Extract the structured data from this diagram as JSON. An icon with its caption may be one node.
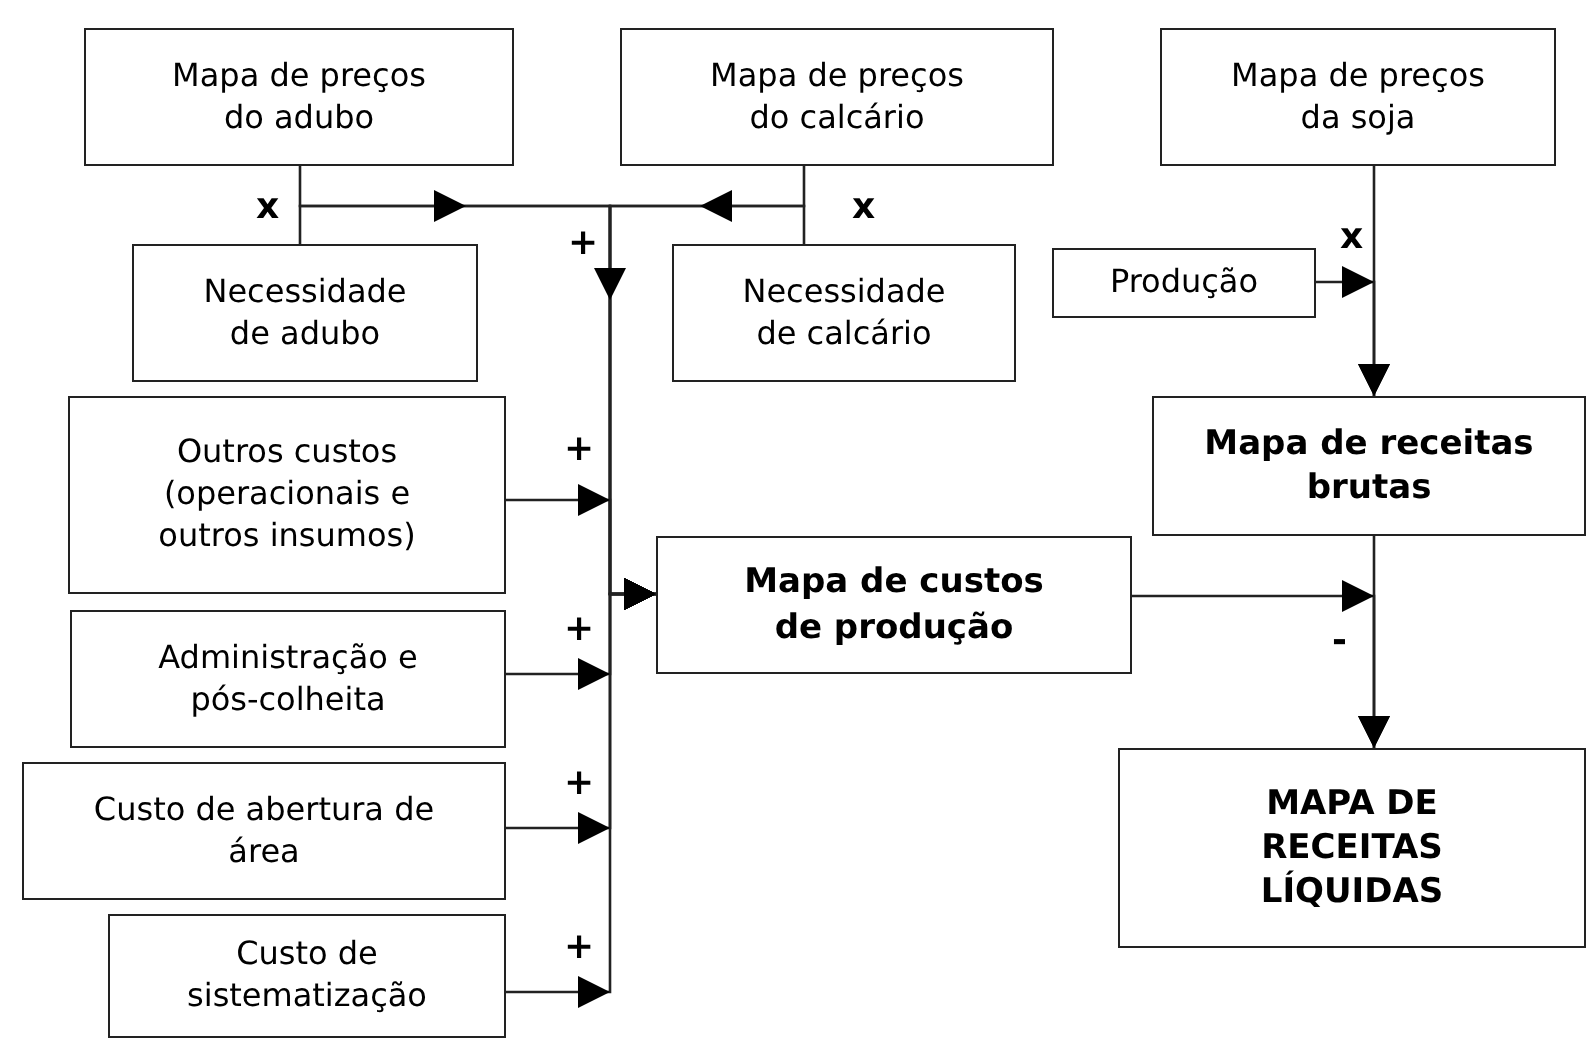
{
  "diagram": {
    "nodes": [
      {
        "text": [
          "Mapa de preços do adubo"
        ]
      },
      {
        "text": [
          "Mapa de preços do calcário"
        ]
      },
      {
        "text": [
          "Mapa de preços da soja"
        ]
      },
      {
        "text": [
          "Necessidade de adubo"
        ]
      },
      {
        "text": [
          "Necessidade de calcário"
        ]
      },
      {
        "text": [
          "Produção"
        ]
      },
      {
        "text": [
          "Outros custos (operacionais e outros insumos)"
        ]
      },
      {
        "text": [
          "Mapa de receitas brutas"
        ]
      },
      {
        "text": [
          "Mapa de custos de produção"
        ]
      },
      {
        "text": [
          "Administração e pós-colheita"
        ]
      },
      {
        "text": [
          "MAPA DE RECEITAS LÍQUIDAS"
        ]
      },
      {
        "text": [
          "Custo de abertura de área"
        ]
      },
      {
        "text": [
          "Custo de sistematização"
        ]
      }
    ],
    "edges": [
      {
        "from": 0,
        "to": 8,
        "arrow": "to"
      },
      {
        "from": 3,
        "to": 8,
        "arrow": "to"
      },
      {
        "from": 1,
        "to": 8,
        "arrow": "to"
      },
      {
        "from": 4,
        "to": 8,
        "arrow": "to"
      },
      {
        "from": 6,
        "to": 8,
        "arrow": "to"
      },
      {
        "from": 9,
        "to": 8,
        "arrow": "to"
      },
      {
        "from": 11,
        "to": 8,
        "arrow": "to"
      },
      {
        "from": 12,
        "to": 8,
        "arrow": "to"
      },
      {
        "from": 2,
        "to": 7,
        "arrow": "to"
      },
      {
        "from": 5,
        "to": 7,
        "arrow": "to"
      },
      {
        "from": 7,
        "to": 10,
        "arrow": "to"
      },
      {
        "from": 8,
        "to": 10,
        "arrow": "to"
      }
    ],
    "labels": [
      "x",
      "x",
      "x",
      "+",
      "+",
      "+",
      "-",
      "+",
      "+"
    ]
  }
}
